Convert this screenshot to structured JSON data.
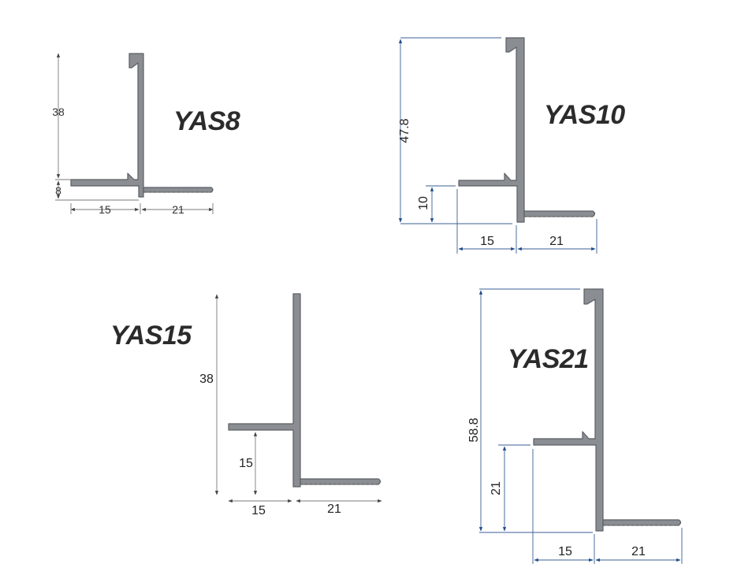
{
  "colors": {
    "profile_fill": "#8a8d91",
    "profile_stroke": "#5c5f63",
    "title": "#2b2b2b",
    "dimension_arrow": "#1f4b8a"
  },
  "profiles": [
    {
      "id": "yas8",
      "title": "YAS8",
      "dimensions": {
        "upper_height": "38",
        "lower_height": "8",
        "left_width": "15",
        "right_width": "21"
      }
    },
    {
      "id": "yas10",
      "title": "YAS10",
      "dimensions": {
        "total_height": "47.8",
        "lower_height": "10",
        "left_width": "15",
        "right_width": "21"
      }
    },
    {
      "id": "yas15",
      "title": "YAS15",
      "dimensions": {
        "total_height": "38",
        "lower_height": "15",
        "left_width": "15",
        "right_width": "21"
      }
    },
    {
      "id": "yas21",
      "title": "YAS21",
      "dimensions": {
        "total_height": "58.8",
        "lower_height": "21",
        "left_width": "15",
        "right_width": "21"
      }
    }
  ]
}
